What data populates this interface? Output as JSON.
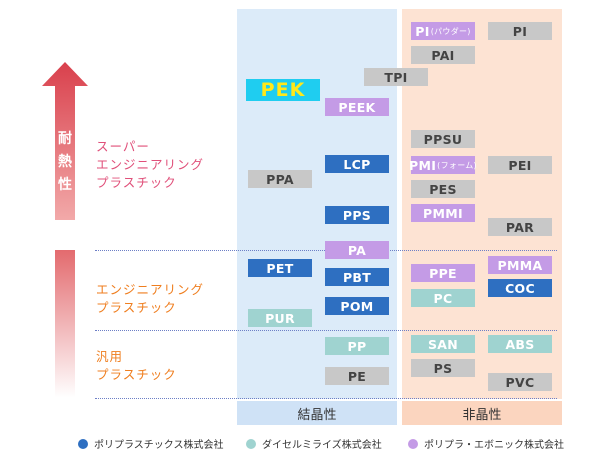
{
  "axis": {
    "label_chars": [
      "耐",
      "熱",
      "性"
    ]
  },
  "categories": {
    "super": [
      "スーパー",
      "エンジニアリング",
      "プラスチック"
    ],
    "engineering": [
      "エンジニアリング",
      "プラスチック"
    ],
    "general": [
      "汎用",
      "プラスチック"
    ]
  },
  "columns": {
    "crystalline": "結晶性",
    "amorphous": "非晶性"
  },
  "materials": {
    "pek": "PEK",
    "tpi": "TPI",
    "peek": "PEEK",
    "lcp": "LCP",
    "ppa": "PPA",
    "pps": "PPS",
    "pa": "PA",
    "pet": "PET",
    "pbt": "PBT",
    "pom": "POM",
    "pur": "PUR",
    "pp": "PP",
    "pe": "PE",
    "pi_powder": "PI",
    "pi_powder_note": "(パウダー)",
    "pai": "PAI",
    "pi": "PI",
    "ppsu": "PPSU",
    "pmi_foam": "PMI",
    "pmi_foam_note": "(フォーム)",
    "pei": "PEI",
    "pes": "PES",
    "pmmi": "PMMI",
    "par": "PAR",
    "ppe": "PPE",
    "pmma": "PMMA",
    "pc": "PC",
    "coc": "COC",
    "san": "SAN",
    "abs": "ABS",
    "ps": "PS",
    "pvc": "PVC"
  },
  "legend": [
    {
      "label": "ポリプラスチックス株式会社",
      "color": "#2e6fc1"
    },
    {
      "label": "ダイセルミライズ株式会社",
      "color": "#9fd3d0"
    },
    {
      "label": "ポリプラ・エボニック株式会社",
      "color": "#c49be6"
    }
  ],
  "colors": {
    "polyplastics": "#2e6fc1",
    "daicel": "#9fd3d0",
    "evonik": "#c49be6",
    "other": "#c8c8c8",
    "highlight": "#1fcdf0"
  }
}
